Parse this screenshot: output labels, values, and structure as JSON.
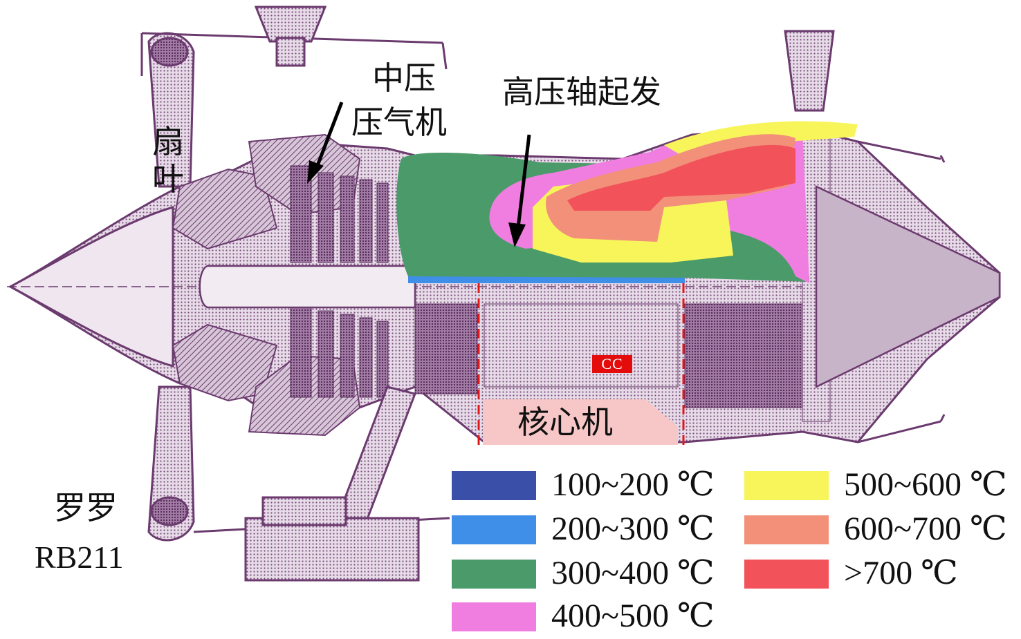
{
  "labels": {
    "fan": [
      "扇",
      "叶"
    ],
    "ip_compressor": [
      "中压",
      "压气机"
    ],
    "hp_shaft": "高压轴起发",
    "core": "核心机",
    "cc": "CC",
    "engine": [
      "罗罗",
      "RB211"
    ]
  },
  "legend": [
    {
      "label": "100~200 ℃",
      "color": "#3a4fa8"
    },
    {
      "label": "200~300 ℃",
      "color": "#3f8fe8"
    },
    {
      "label": "300~400 ℃",
      "color": "#4a9a6a"
    },
    {
      "label": "400~500 ℃",
      "color": "#f07ee0"
    },
    {
      "label": "500~600 ℃",
      "color": "#f7f55a"
    },
    {
      "label": "600~700 ℃",
      "color": "#f2907a"
    },
    {
      "label": ">700 ℃",
      "color": "#f2525a"
    }
  ],
  "colors": {
    "drawing": "#6b3a6e",
    "drawing_light": "#b79bb8",
    "core_box": "#f7c6c6",
    "dash": "#e01818",
    "cc_badge": "#e30b0b"
  }
}
